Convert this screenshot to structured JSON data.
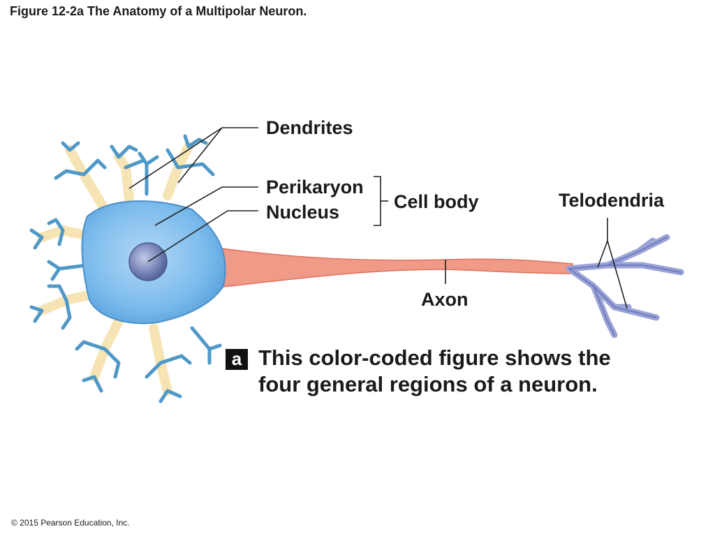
{
  "figure_title": "Figure 12-2a The Anatomy of a Multipolar Neuron.",
  "labels": {
    "dendrites": "Dendrites",
    "perikaryon": "Perikaryon",
    "nucleus": "Nucleus",
    "cell_body": "Cell body",
    "telodendria": "Telodendria",
    "axon": "Axon"
  },
  "panel_badge": "a",
  "caption_lines": [
    "This color-coded figure shows the",
    "four general regions of a neuron."
  ],
  "copyright": "© 2015 Pearson Education, Inc.",
  "colors": {
    "dendrite_fill": "#f6e4b4",
    "dendrite_tip": "#5ea7d0",
    "cell_body": "#6fb0e6",
    "nucleus": "#6e7fae",
    "axon": "#f09a88",
    "telodendria": "#9aa3d6",
    "leader_line": "#222222",
    "badge": "#111111"
  }
}
